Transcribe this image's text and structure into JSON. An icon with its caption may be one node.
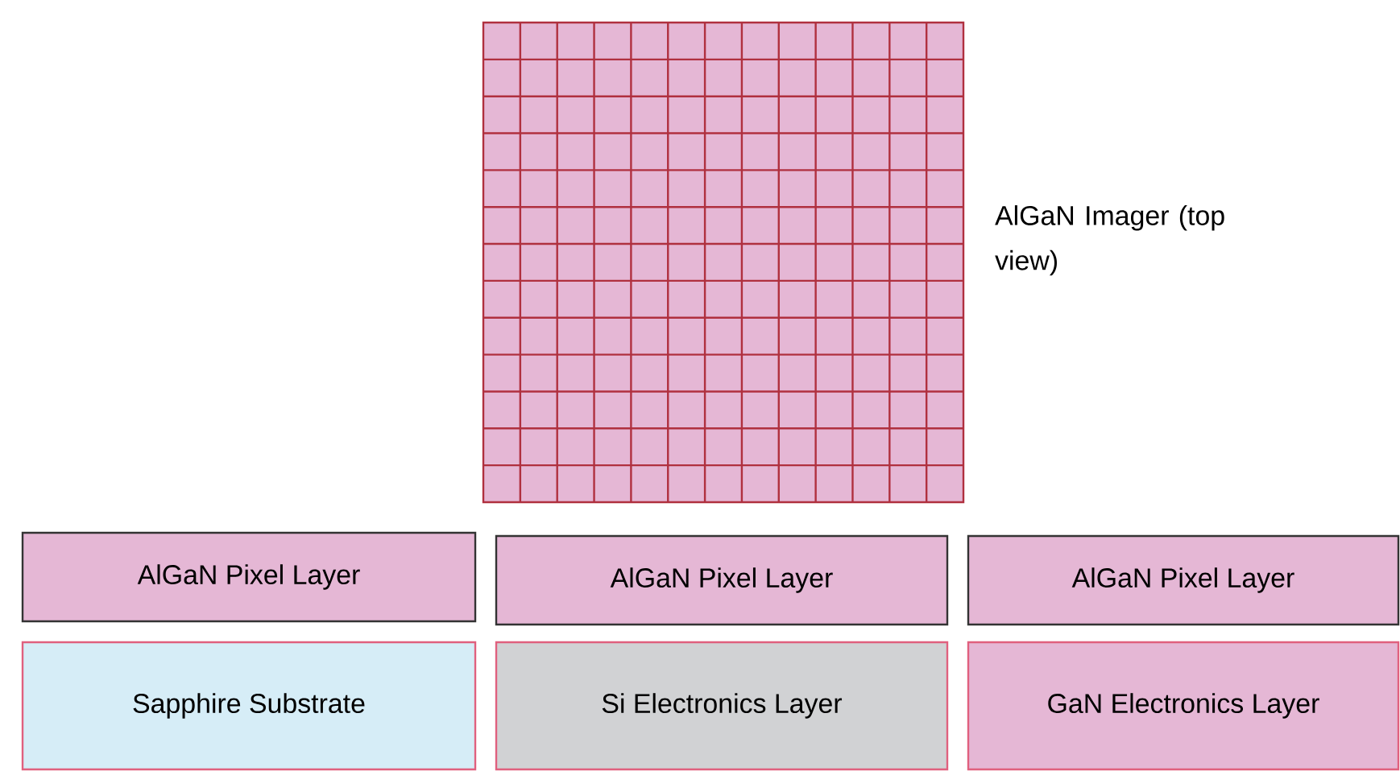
{
  "diagram": {
    "nodes": [
      {
        "text": [],
        "shape": "box",
        "beside": [
          "AlGaN Imager (top view)"
        ]
      },
      {
        "text": [
          "AlGaN Pixel Layer"
        ]
      },
      {
        "text": [
          "AlGaN Pixel Layer"
        ]
      },
      {
        "text": [
          "AlGaN Pixel Layer"
        ]
      },
      {
        "text": [
          "Sapphire Substrate"
        ]
      },
      {
        "text": [
          "Si Electronics Layer"
        ]
      },
      {
        "text": [
          "GaN Electronics Layer"
        ]
      }
    ]
  }
}
